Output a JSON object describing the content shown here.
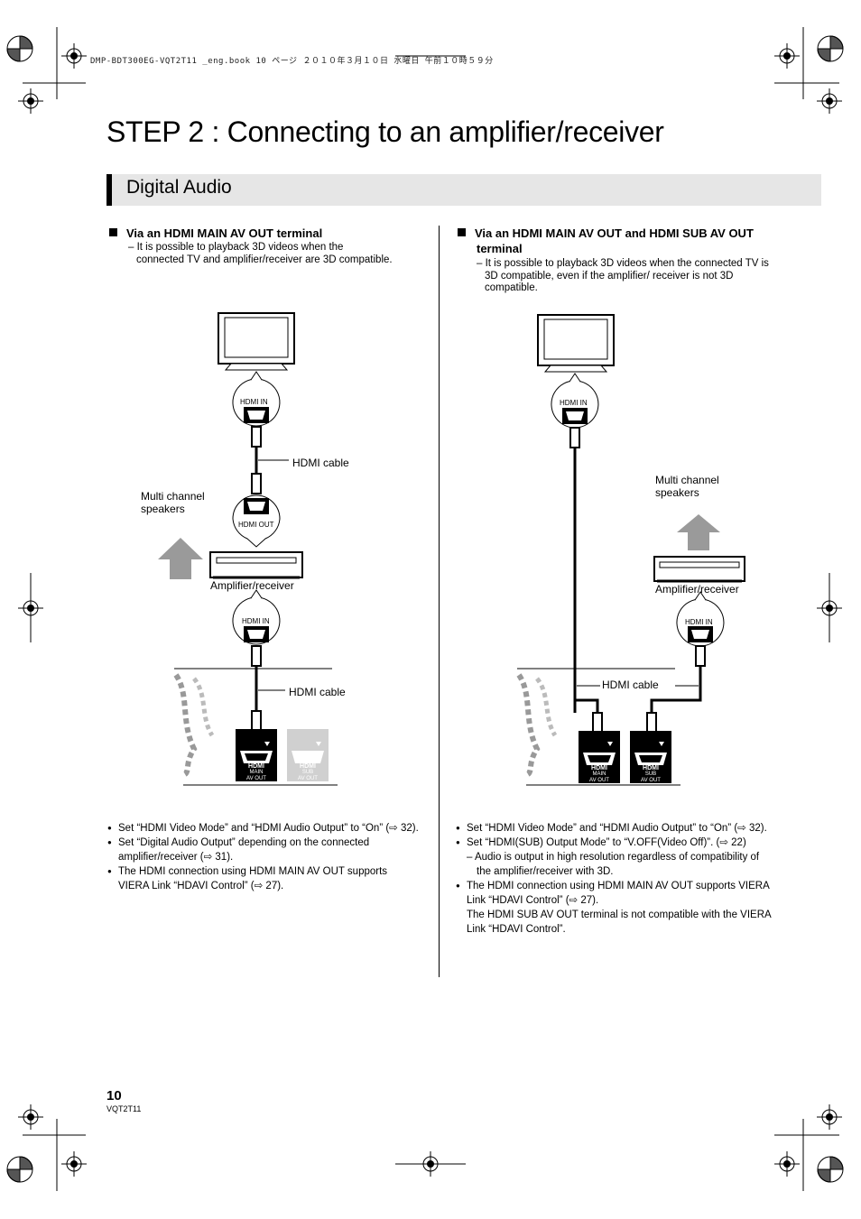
{
  "header_line": "DMP-BDT300EG-VQT2T11 _eng.book  10 ページ  ２０１０年３月１０日  水曜日  午前１０時５９分",
  "page_title": "STEP 2 : Connecting to an amplifier/receiver",
  "section_title": "Digital Audio",
  "left": {
    "heading": "Via an HDMI MAIN AV OUT terminal",
    "description": "– It is possible to playback 3D videos when the connected TV and amplifier/receiver are 3D compatible.",
    "diagram": {
      "hdmi_in_top": "HDMI IN",
      "hdmi_out": "HDMI OUT",
      "hdmi_in_bottom": "HDMI IN",
      "hdmi_cable_1": "HDMI cable",
      "hdmi_cable_2": "HDMI cable",
      "speakers": "Multi channel speakers",
      "amplifier": "Amplifier/receiver",
      "main_logo": "HDMI",
      "main_port_label_1": "MAIN",
      "main_port_label_2": "AV OUT",
      "sub_logo": "HDMI",
      "sub_port_label_1": "SUB",
      "sub_port_label_2": "AV OUT"
    },
    "bullets": [
      "Set “HDMI Video Mode” and “HDMI Audio Output” to “On” (⇨ 32).",
      "Set “Digital Audio Output” depending on the connected amplifier/receiver (⇨ 31).",
      "The HDMI connection using HDMI MAIN AV OUT supports VIERA Link “HDAVI Control” (⇨ 27)."
    ]
  },
  "right": {
    "heading": "Via an HDMI MAIN AV OUT and HDMI SUB AV OUT terminal",
    "description": "– It is possible to playback 3D videos when the connected TV is 3D compatible, even if the amplifier/ receiver is not 3D compatible.",
    "diagram": {
      "hdmi_in_tv": "HDMI IN",
      "hdmi_in_amp": "HDMI IN",
      "hdmi_cable": "HDMI cable",
      "speakers": "Multi channel speakers",
      "amplifier": "Amplifier/receiver",
      "main_logo": "HDMI",
      "main_port_label_1": "MAIN",
      "main_port_label_2": "AV OUT",
      "sub_logo": "HDMI",
      "sub_port_label_1": "SUB",
      "sub_port_label_2": "AV OUT"
    },
    "bullets": [
      "Set “HDMI Video Mode” and “HDMI Audio Output” to “On” (⇨ 32).",
      "Set “HDMI(SUB) Output Mode” to “V.OFF(Video Off)”. (⇨ 22)",
      "The HDMI connection using HDMI MAIN AV OUT supports VIERA Link “HDAVI Control” (⇨ 27)."
    ],
    "bullet_2_sub": "– Audio is output in high resolution regardless of compatibility of the amplifier/receiver with 3D.",
    "bullet_3_extra": "The HDMI SUB AV OUT terminal is not compatible with the VIERA Link “HDAVI Control”."
  },
  "page_number": "10",
  "page_code": "VQT2T11"
}
